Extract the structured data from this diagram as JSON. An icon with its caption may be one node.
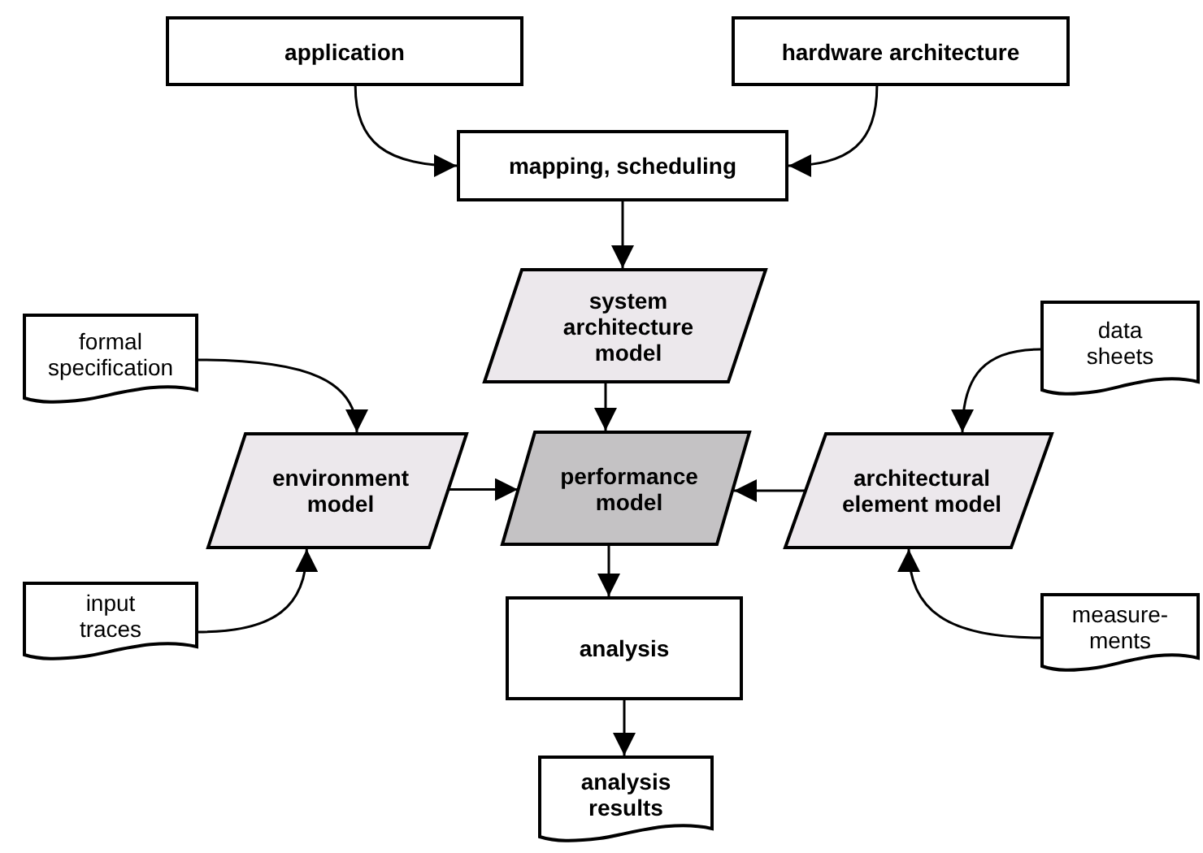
{
  "diagram": {
    "nodes": [
      {
        "text": [
          "application"
        ]
      },
      {
        "text": [
          "hardware architecture"
        ]
      },
      {
        "text": [
          "mapping, scheduling"
        ]
      },
      {
        "text": [
          "formal specification"
        ]
      },
      {
        "text": [
          "system architecture model"
        ]
      },
      {
        "text": [
          "data sheets"
        ]
      },
      {
        "text": [
          "environment model"
        ]
      },
      {
        "text": [
          "performance model"
        ]
      },
      {
        "text": [
          "architectural element model"
        ]
      },
      {
        "text": [
          "input traces"
        ]
      },
      {
        "text": [
          "analysis"
        ]
      },
      {
        "text": [
          "measure- ments"
        ]
      },
      {
        "text": [
          "analysis results"
        ]
      }
    ],
    "edges": [
      {
        "from": 0,
        "to": 2,
        "arrow": "to"
      },
      {
        "from": 1,
        "to": 2,
        "arrow": "to"
      },
      {
        "from": 2,
        "to": 4,
        "arrow": "to"
      },
      {
        "from": 4,
        "to": 7,
        "arrow": "to"
      },
      {
        "from": 6,
        "to": 7,
        "arrow": "to"
      },
      {
        "from": 8,
        "to": 7,
        "arrow": "to"
      },
      {
        "from": 7,
        "to": 10,
        "arrow": "to"
      },
      {
        "from": 10,
        "to": 12,
        "arrow": "to"
      },
      {
        "from": 3,
        "to": 6,
        "arrow": "to"
      },
      {
        "from": 9,
        "to": 6,
        "arrow": "to"
      },
      {
        "from": 5,
        "to": 8,
        "arrow": "to"
      },
      {
        "from": 11,
        "to": 8,
        "arrow": "to"
      }
    ]
  }
}
